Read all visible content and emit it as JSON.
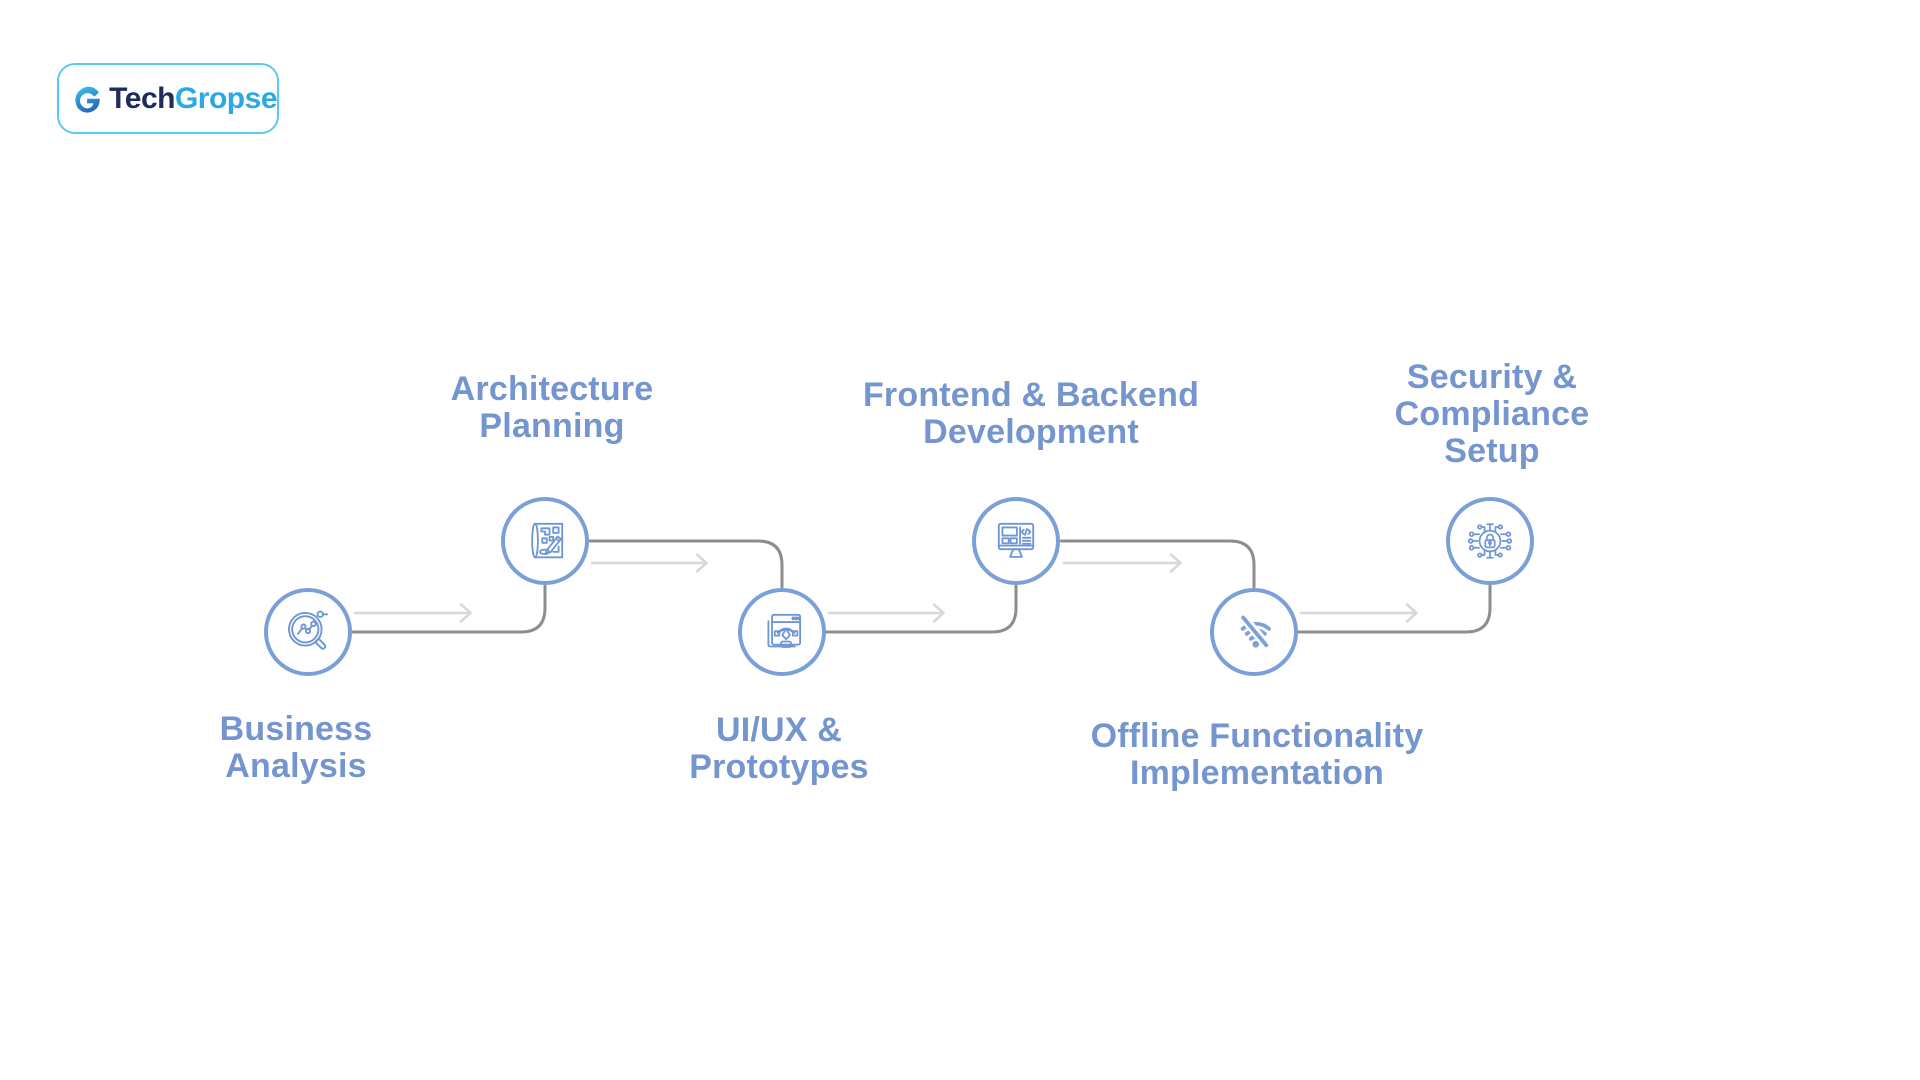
{
  "logo": {
    "brand_tech": "Tech",
    "brand_gropse": "Gropse",
    "border_color": "#5ec7f0",
    "tech_color": "#1e2b5b",
    "gropse_color": "#29a9e6",
    "mark": "g-swoosh-logo-mark"
  },
  "flow": {
    "colors": {
      "circle_border": "#7ba0d8",
      "icon_stroke": "#6e96d4",
      "wifi_icon": "#7ca1db",
      "label_text": "#7495cd",
      "connector_line": "#8d8d8d",
      "arrow_line": "#d8d8d8",
      "background": "#ffffff"
    },
    "steps": [
      {
        "label": "Business\nAnalysis",
        "icon": "business-analysis-magnifier-chart-icon",
        "row": "bottom"
      },
      {
        "label": "Architecture\nPlanning",
        "icon": "architecture-blueprint-pencil-icon",
        "row": "top"
      },
      {
        "label": "UI/UX &\nPrototypes",
        "icon": "uiux-pen-tool-window-icon",
        "row": "bottom"
      },
      {
        "label": "Frontend & Backend\nDevelopment",
        "icon": "frontend-backend-monitor-code-icon",
        "row": "top"
      },
      {
        "label": "Offline Functionality\nImplementation",
        "icon": "offline-wifi-off-icon",
        "row": "bottom"
      },
      {
        "label": "Security &\nCompliance\nSetup",
        "icon": "security-lock-circuit-icon",
        "row": "top"
      }
    ]
  }
}
